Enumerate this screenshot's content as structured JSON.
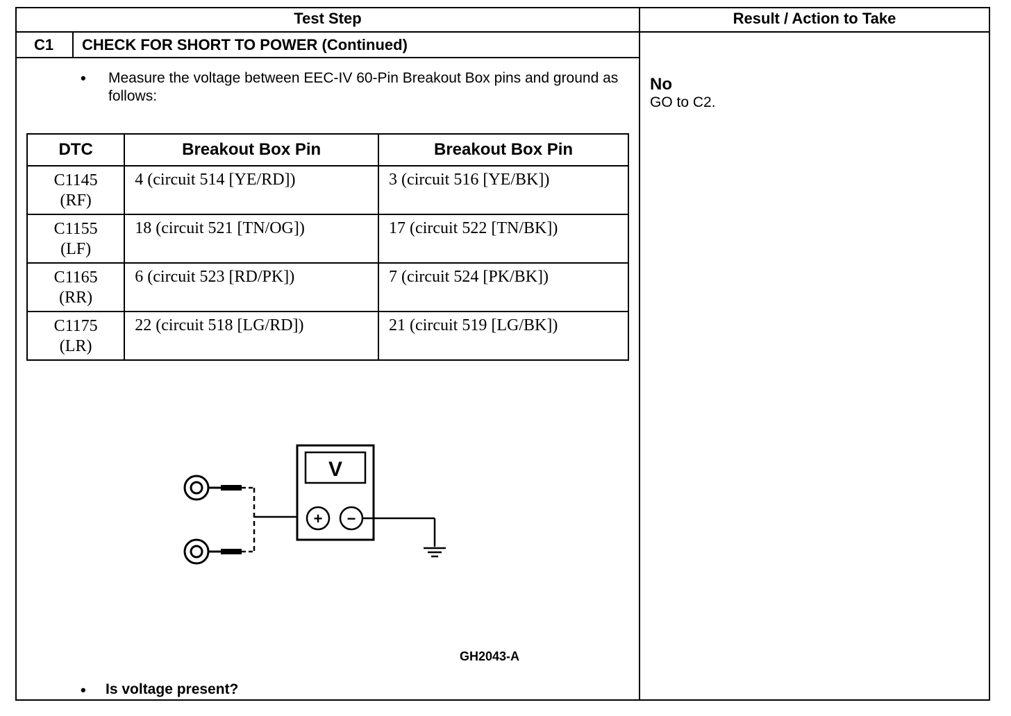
{
  "header": {
    "test_step": "Test Step",
    "result_action": "Result / Action to Take"
  },
  "step": {
    "id": "C1",
    "title": "CHECK FOR SHORT TO POWER (Continued)",
    "instruction": "Measure the voltage between EEC-IV 60-Pin Breakout Box pins and ground as follows:",
    "question": "Is voltage present?"
  },
  "table": {
    "headers": [
      "DTC",
      "Breakout Box Pin",
      "Breakout Box Pin"
    ],
    "rows": [
      {
        "dtc": "C1145",
        "loc": "(RF)",
        "pin1": "4 (circuit 514 [YE/RD])",
        "pin2": "3 (circuit 516 [YE/BK])"
      },
      {
        "dtc": "C1155",
        "loc": "(LF)",
        "pin1": "18 (circuit 521 [TN/OG])",
        "pin2": "17 (circuit 522 [TN/BK])"
      },
      {
        "dtc": "C1165",
        "loc": "(RR)",
        "pin1": "6 (circuit 523 [RD/PK])",
        "pin2": "7 (circuit 524 [PK/BK])"
      },
      {
        "dtc": "C1175",
        "loc": "(LR)",
        "pin1": "22 (circuit 518 [LG/RD])",
        "pin2": "21 (circuit 519 [LG/BK])"
      }
    ]
  },
  "figure": {
    "meter_label": "V",
    "plus": "+",
    "minus": "−",
    "id": "GH2043-A"
  },
  "result": {
    "answer": "No",
    "action": "GO to C2."
  },
  "icons": {
    "bullet": "•"
  }
}
